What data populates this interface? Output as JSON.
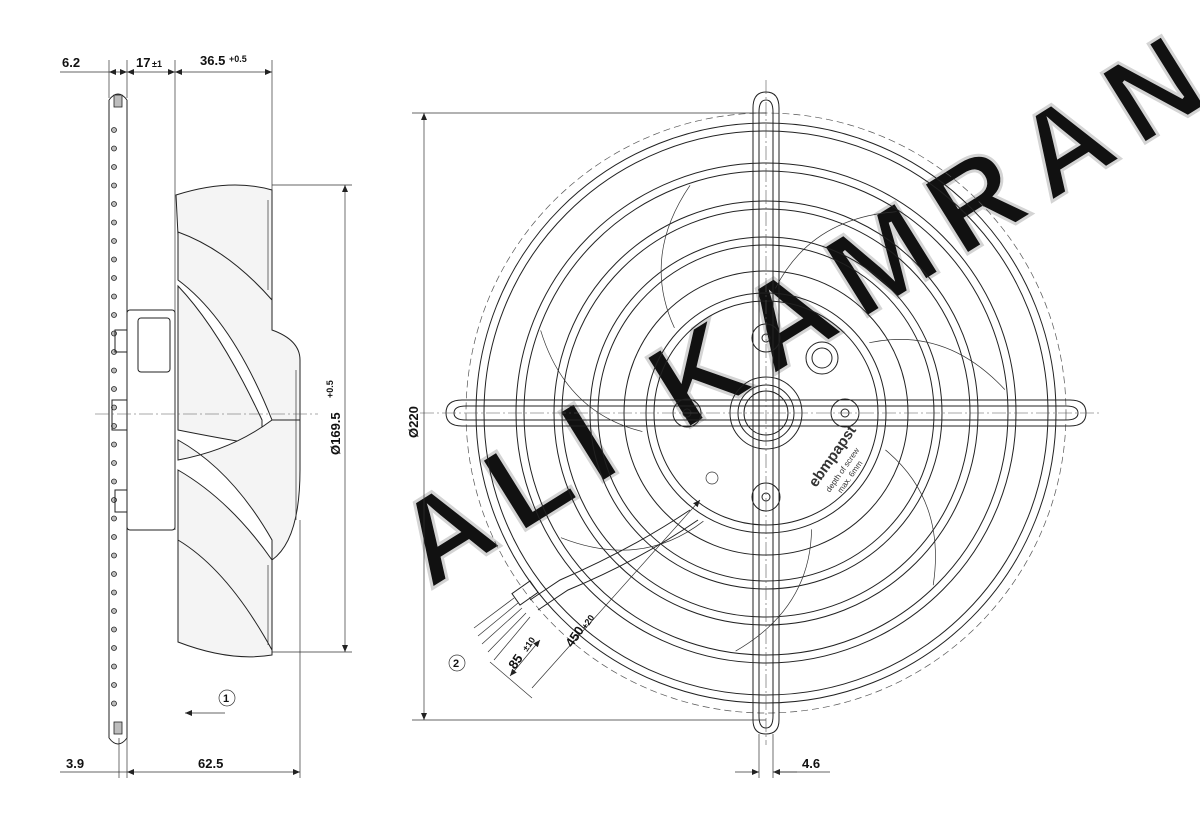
{
  "side_view": {
    "dims": {
      "top_a": "6.2",
      "top_b_main": "17",
      "top_b_tol": "±1",
      "top_c_main": "36.5",
      "top_c_tol": "+0.5",
      "bottom_a": "3.9",
      "bottom_b": "62.5",
      "diameter_main": "Ø169.5",
      "diameter_tol": "+0.5"
    },
    "marker_1": "1"
  },
  "front_view": {
    "dims": {
      "diameter_220": "Ø220",
      "cable_main": "450",
      "cable_tol": "+20",
      "wire_main": "85",
      "wire_tol": "±10",
      "bottom_right": "4.6"
    },
    "marker_2": "2",
    "brand": "ebmpapst",
    "screw_note_1": "depth of screw",
    "screw_note_2": "max. 6mm"
  },
  "watermark": "ALI KAMRAN"
}
